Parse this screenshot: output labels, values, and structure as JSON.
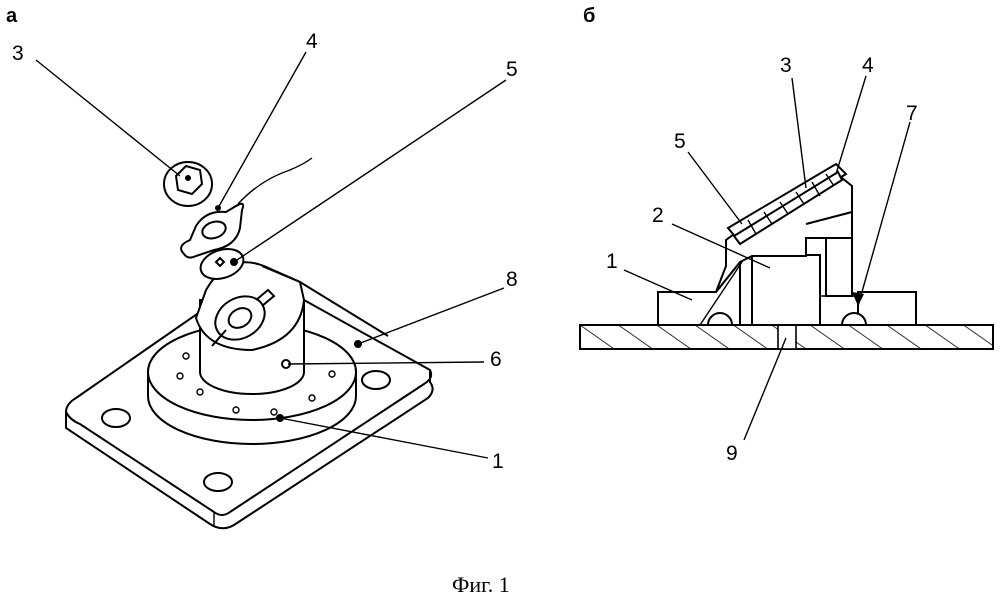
{
  "panels": {
    "a": "а",
    "b": "б"
  },
  "labels_a": [
    "3",
    "4",
    "5",
    "8",
    "6",
    "1"
  ],
  "labels_b": [
    "3",
    "4",
    "5",
    "2",
    "1",
    "7",
    "9"
  ],
  "caption": "Фиг. 1"
}
